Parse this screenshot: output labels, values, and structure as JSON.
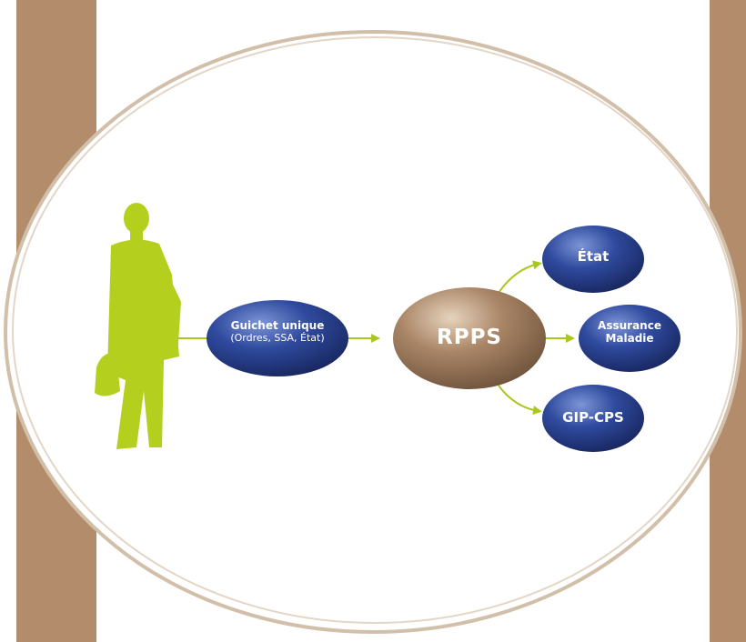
{
  "colors": {
    "pillar": "#b38d6b",
    "ring": "#d2bfa9",
    "figure": "#b5cf1e",
    "arrow": "#a8c81f",
    "node_blue": "#2b3f8f",
    "node_tan": "#a17f62"
  },
  "icons": {
    "person": "person-silhouette-icon",
    "briefcase": "briefcase-icon"
  },
  "nodes": {
    "guichet": {
      "title": "Guichet unique",
      "subtitle": "(Ordres, SSA, État)"
    },
    "rpps": {
      "label": "RPPS"
    },
    "etat": {
      "label": "État"
    },
    "assurance": {
      "line1": "Assurance",
      "line2": "Maladie"
    },
    "gip": {
      "label": "GIP-CPS"
    }
  }
}
